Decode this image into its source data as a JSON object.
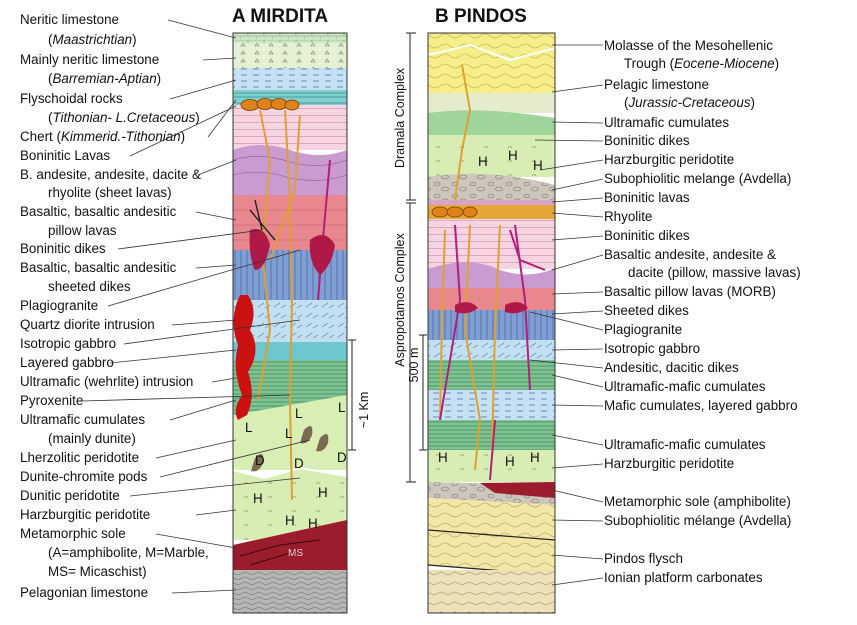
{
  "titles": {
    "a": "A  MIRDITA",
    "b": "B  PINDOS"
  },
  "mirdita_labels": [
    [
      {
        "t": "Neritic limestone",
        "i": false
      }
    ],
    [
      {
        "t": "(",
        "i": false
      },
      {
        "t": "Maastrichtian",
        "i": true
      },
      {
        "t": ")",
        "i": false
      }
    ],
    [
      {
        "t": "Mainly neritic limestone",
        "i": false
      }
    ],
    [
      {
        "t": "(",
        "i": false
      },
      {
        "t": "Barremian-Aptian",
        "i": true
      },
      {
        "t": ")",
        "i": false
      }
    ],
    [
      {
        "t": "Flyschoidal rocks",
        "i": false
      }
    ],
    [
      {
        "t": "(",
        "i": false
      },
      {
        "t": "Tithonian- L.Cretaceous",
        "i": true
      },
      {
        "t": ")",
        "i": false
      }
    ],
    [
      {
        "t": "Chert (",
        "i": false
      },
      {
        "t": "Kimmerid.-Tithonian",
        "i": true
      },
      {
        "t": ")",
        "i": false
      }
    ],
    [
      {
        "t": "Boninitic Lavas",
        "i": false
      }
    ],
    [
      {
        "t": "B. andesite, andesite, dacite &",
        "i": false
      }
    ],
    [
      {
        "t": "rhyolite (sheet lavas)",
        "i": false
      }
    ],
    [
      {
        "t": "Basaltic, basaltic andesitic",
        "i": false
      }
    ],
    [
      {
        "t": "pillow lavas",
        "i": false
      }
    ],
    [
      {
        "t": "Boninitic dikes",
        "i": false
      }
    ],
    [
      {
        "t": "Basaltic, basaltic andesitic",
        "i": false
      }
    ],
    [
      {
        "t": "sheeted dikes",
        "i": false
      }
    ],
    [
      {
        "t": "Plagiogranite",
        "i": false
      }
    ],
    [
      {
        "t": "Quartz diorite intrusion",
        "i": false
      }
    ],
    [
      {
        "t": "Isotropic gabbro",
        "i": false
      }
    ],
    [
      {
        "t": "Layered gabbro",
        "i": false
      }
    ],
    [
      {
        "t": "Ultramafic (wehrlite) intrusion",
        "i": false
      }
    ],
    [
      {
        "t": "Pyroxenite",
        "i": false
      }
    ],
    [
      {
        "t": "Ultramafic cumulates",
        "i": false
      }
    ],
    [
      {
        "t": "(mainly dunite)",
        "i": false
      }
    ],
    [
      {
        "t": "Lherzolitic peridotite",
        "i": false
      }
    ],
    [
      {
        "t": "Dunite-chromite pods",
        "i": false
      }
    ],
    [
      {
        "t": "Dunitic peridotite",
        "i": false
      }
    ],
    [
      {
        "t": "Harzburgitic peridotite",
        "i": false
      }
    ],
    [
      {
        "t": "Metamorphic sole",
        "i": false
      }
    ],
    [
      {
        "t": "(A=amphibolite, M=Marble,",
        "i": false
      }
    ],
    [
      {
        "t": "MS= Micaschist)",
        "i": false
      }
    ],
    [
      {
        "t": "Pelagonian limestone",
        "i": false
      }
    ]
  ],
  "pindos_labels": [
    [
      {
        "t": "Molasse of the Mesohellenic",
        "i": false
      }
    ],
    [
      {
        "t": "Trough (",
        "i": false
      },
      {
        "t": "Eocene-Miocene",
        "i": true
      },
      {
        "t": ")",
        "i": false
      }
    ],
    [
      {
        "t": "Pelagic limestone",
        "i": false
      }
    ],
    [
      {
        "t": "(",
        "i": false
      },
      {
        "t": "Jurassic-Cretaceous",
        "i": true
      },
      {
        "t": ")",
        "i": false
      }
    ],
    [
      {
        "t": "Ultramafic cumulates",
        "i": false
      }
    ],
    [
      {
        "t": "Boninitic dikes",
        "i": false
      }
    ],
    [
      {
        "t": "Harzburgitic peridotite",
        "i": false
      }
    ],
    [
      {
        "t": "Subophiolitic melange (Avdella)",
        "i": false
      }
    ],
    [
      {
        "t": "Boninitic lavas",
        "i": false
      }
    ],
    [
      {
        "t": "Rhyolite",
        "i": false
      }
    ],
    [
      {
        "t": "Boninitic dikes",
        "i": false
      }
    ],
    [
      {
        "t": "Basaltic andesite, andesite &",
        "i": false
      }
    ],
    [
      {
        "t": "dacite (pillow, massive lavas)",
        "i": false
      }
    ],
    [
      {
        "t": "Basaltic pillow lavas (MORB)",
        "i": false
      }
    ],
    [
      {
        "t": "Sheeted dikes",
        "i": false
      }
    ],
    [
      {
        "t": "Plagiogranite",
        "i": false
      }
    ],
    [
      {
        "t": "Isotropic gabbro",
        "i": false
      }
    ],
    [
      {
        "t": "Andesitic, dacitic dikes",
        "i": false
      }
    ],
    [
      {
        "t": "Ultramafic-mafic cumulates",
        "i": false
      }
    ],
    [
      {
        "t": "Mafic cumulates, layered gabbro",
        "i": false
      }
    ],
    [
      {
        "t": "Ultramafic-mafic cumulates",
        "i": false
      }
    ],
    [
      {
        "t": "Harzburgitic peridotite",
        "i": false
      }
    ],
    [
      {
        "t": "Metamorphic sole (amphibolite)",
        "i": false
      }
    ],
    [
      {
        "t": "Subophiolitic mélange (Avdella)",
        "i": false
      }
    ],
    [
      {
        "t": "Pindos flysch",
        "i": false
      }
    ],
    [
      {
        "t": "Ionian platform carbonates",
        "i": false
      }
    ]
  ],
  "scale": {
    "mirdita": "~1 Km",
    "pindos": "500 m"
  },
  "complexes": {
    "dramala": "Dramala Complex",
    "aspropotamos": "Aspropotamos Complex"
  },
  "column_letters": {
    "a_L": "L",
    "a_D": "D",
    "a_H": "H",
    "a_MS": "MS",
    "b_H": "H"
  },
  "colors": {
    "limestone": "#cfe6c3",
    "chert": "#f6d3e0",
    "lavas": "#c79ccd",
    "pillow": "#e8888f",
    "dikes": "#7f9ed3",
    "gabbro": "#bcd9f0",
    "layered": "#6fc7cf",
    "cumulate": "#9fd49a",
    "peridotite": "#d9eeb5",
    "sole": "#9b1c2c",
    "carbonate": "#b9b9b9",
    "molasse": "#f7ef86",
    "melange": "#c9c3b8",
    "rhyolite": "#e58a1c",
    "dike_orange": "#e0a030",
    "dike_magenta": "#b0207a",
    "red_intrusion": "#cc1111"
  }
}
